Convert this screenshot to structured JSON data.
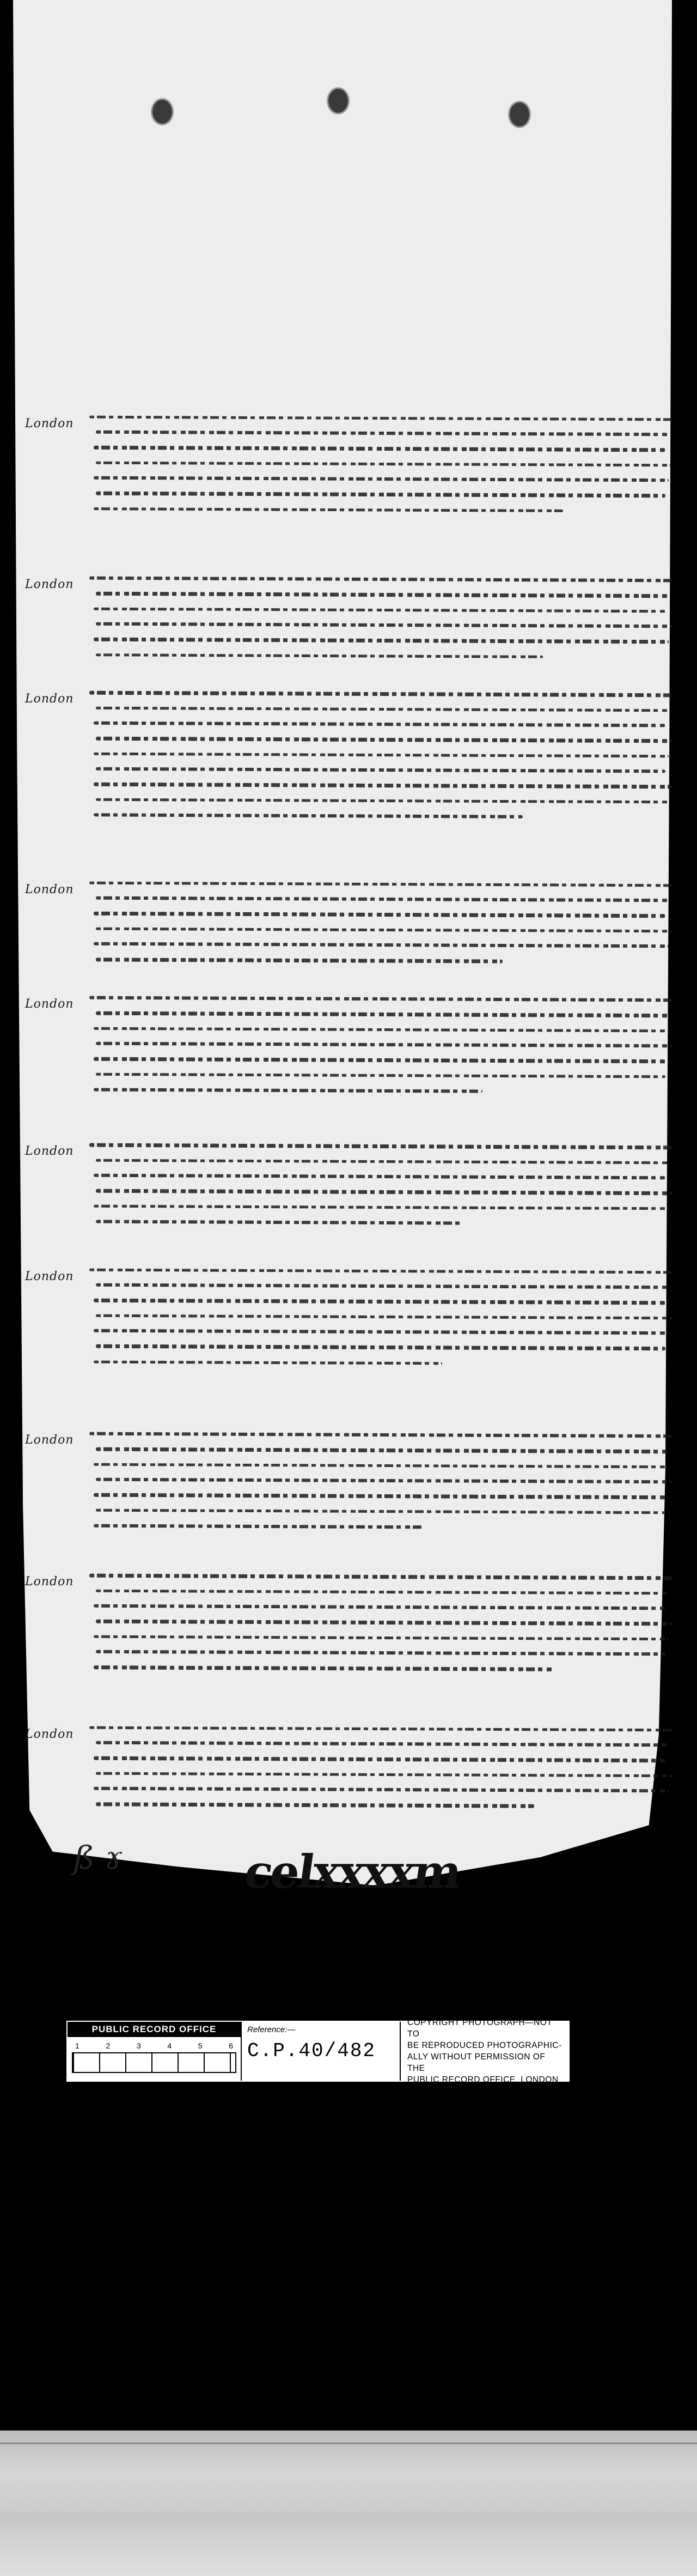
{
  "document": {
    "entries": [
      {
        "county": "London",
        "lines": 7
      },
      {
        "county": "London",
        "lines": 6
      },
      {
        "county": "London",
        "lines": 9
      },
      {
        "county": "London",
        "lines": 6
      },
      {
        "county": "London",
        "lines": 7
      },
      {
        "county": "London",
        "lines": 6
      },
      {
        "county": "London",
        "lines": 7
      },
      {
        "county": "London",
        "lines": 7
      },
      {
        "county": "London",
        "lines": 7
      },
      {
        "county": "London",
        "lines": 6
      }
    ],
    "footer_mark": "celxxxxm"
  },
  "label": {
    "title": "PUBLIC RECORD OFFICE",
    "scale_ticks": [
      "1",
      "2",
      "3",
      "4",
      "5",
      "6"
    ],
    "reference_label": "Reference:—",
    "reference_value": "C.P.40/482",
    "copyright_lines": [
      "COPYRIGHT PHOTOGRAPH—NOT TO",
      "BE REPRODUCED PHOTOGRAPHIC-",
      "ALLY WITHOUT PERMISSION OF THE",
      "PUBLIC RECORD OFFICE, LONDON"
    ]
  },
  "colors": {
    "background": "#000000",
    "parchment": "#ededed",
    "ink": "#1a1a1a",
    "label": "#ffffff"
  }
}
